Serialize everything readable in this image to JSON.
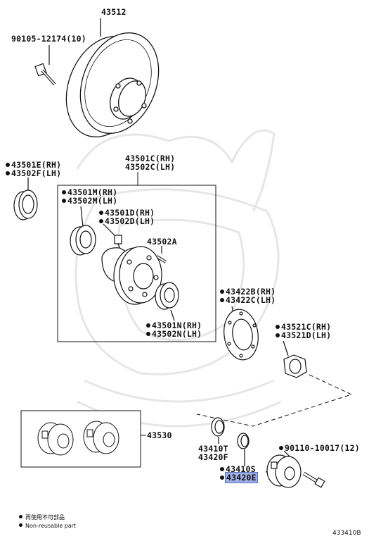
{
  "parts": {
    "p43512": "43512",
    "p90105": "90105-12174(10)",
    "p43501E": "43501E(RH)",
    "p43502F": "43502F(LH)",
    "p43501C": "43501C(RH)",
    "p43502C": "43502C(LH)",
    "p43501M": "43501M(RH)",
    "p43502M": "43502M(LH)",
    "p43501D": "43501D(RH)",
    "p43502D": "43502D(LH)",
    "p43502A": "43502A",
    "p43501N": "43501N(RH)",
    "p43502N": "43502N(LH)",
    "p43422B": "43422B(RH)",
    "p43422C": "43422C(LH)",
    "p43521C": "43521C(RH)",
    "p43521D": "43521D(LH)",
    "p43530": "43530",
    "p43410T": "43410T",
    "p43420F": "43420F",
    "p43410S": "43410S",
    "p43420E": "43420E",
    "p90110": "90110-10017(12)"
  },
  "legend": {
    "reuse_jp": "再使用不可部品",
    "reuse_en": "Non-reusable part"
  },
  "diagram_code": "433410B",
  "colors": {
    "highlight": "#9fb0e8",
    "line": "#111111",
    "watermark": "#e9e9e9"
  }
}
